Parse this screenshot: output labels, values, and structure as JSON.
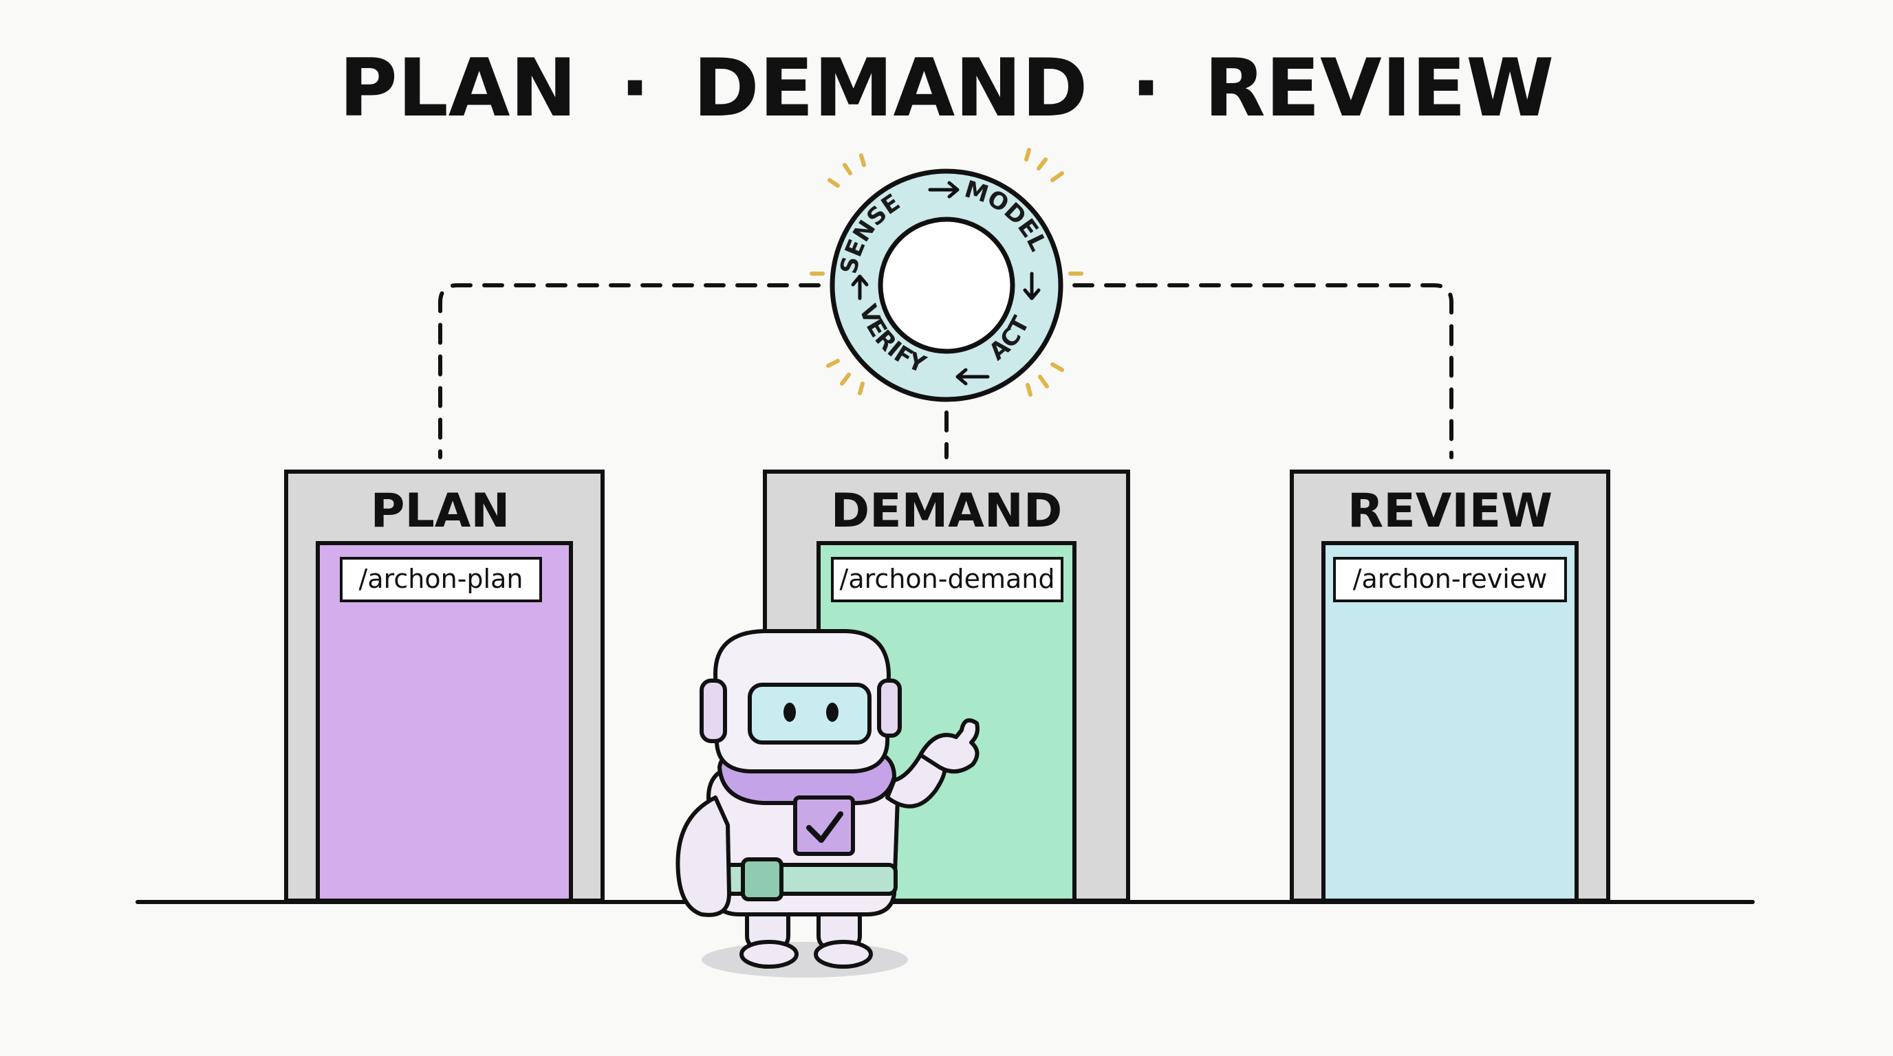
{
  "title": {
    "left": "PLAN",
    "middle": "DEMAND",
    "right": "REVIEW",
    "separator": "·"
  },
  "cycle": {
    "steps": [
      "SENSE",
      "MODEL",
      "ACT",
      "VERIFY"
    ],
    "ring_color": "#cdeaea"
  },
  "doors": [
    {
      "label": "PLAN",
      "command": "/archon-plan",
      "color": "#d4aeec"
    },
    {
      "label": "DEMAND",
      "command": "/archon-demand",
      "color": "#a9e8c9"
    },
    {
      "label": "REVIEW",
      "command": "/archon-review",
      "color": "#c5e9ef"
    }
  ],
  "robot": {
    "scarf_color": "#c5a3e8",
    "visor_color": "#c9ecf0",
    "belt_color": "#b7e2cf"
  }
}
